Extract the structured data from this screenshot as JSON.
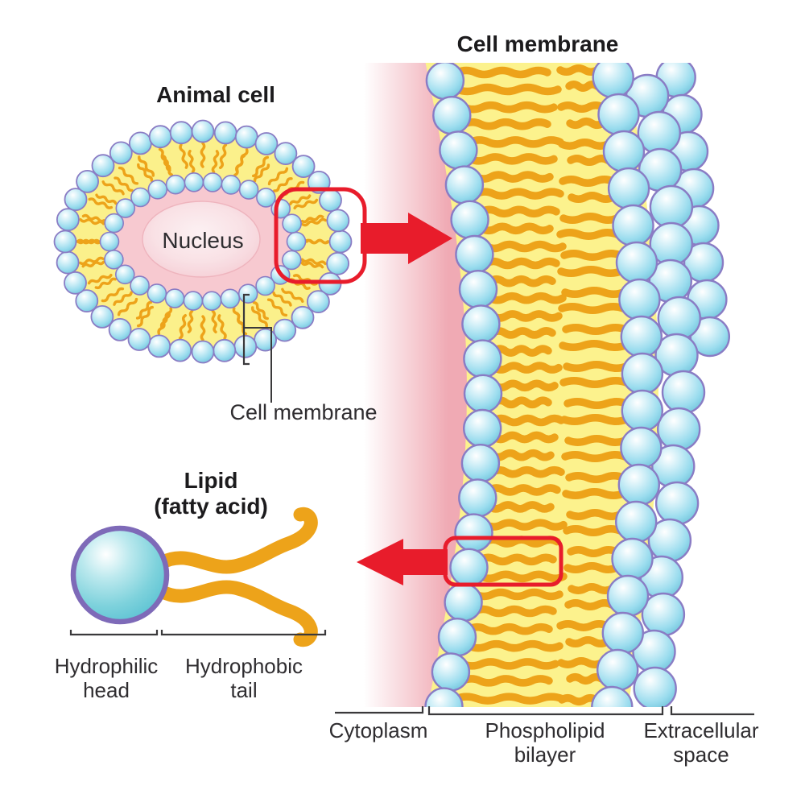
{
  "diagram": {
    "titles": {
      "cell_membrane": "Cell membrane",
      "animal_cell": "Animal cell",
      "lipid_line1": "Lipid",
      "lipid_line2": "(fatty acid)"
    },
    "labels": {
      "nucleus": "Nucleus",
      "cell_membrane_callout": "Cell membrane",
      "hydrophilic_line1": "Hydrophilic",
      "hydrophilic_line2": "head",
      "hydrophobic_line1": "Hydrophobic",
      "hydrophobic_line2": "tail",
      "cytoplasm": "Cytoplasm",
      "phospholipid_line1": "Phospholipid",
      "phospholipid_line2": "bilayer",
      "extracellular_line1": "Extracellular",
      "extracellular_line2": "space"
    },
    "palette": {
      "red": "#e81c2b",
      "gold": "#eda31a",
      "band_yellow": "#fcf28d",
      "cell_yellow": "#fbf08b",
      "sphere_stroke": "#8a7cc4",
      "sphere_blue": "#7fcfe2",
      "head_fill": "#6ec8d6",
      "head_stroke": "#7e6ab8",
      "pink_cytoplasm": "#f7c9d0",
      "pink_strip": "#f0aab4",
      "nucleus_pink": "#f8dde2",
      "text": "#2f2d30",
      "title_text": "#1c1b1d",
      "line": "#3a393b"
    }
  }
}
